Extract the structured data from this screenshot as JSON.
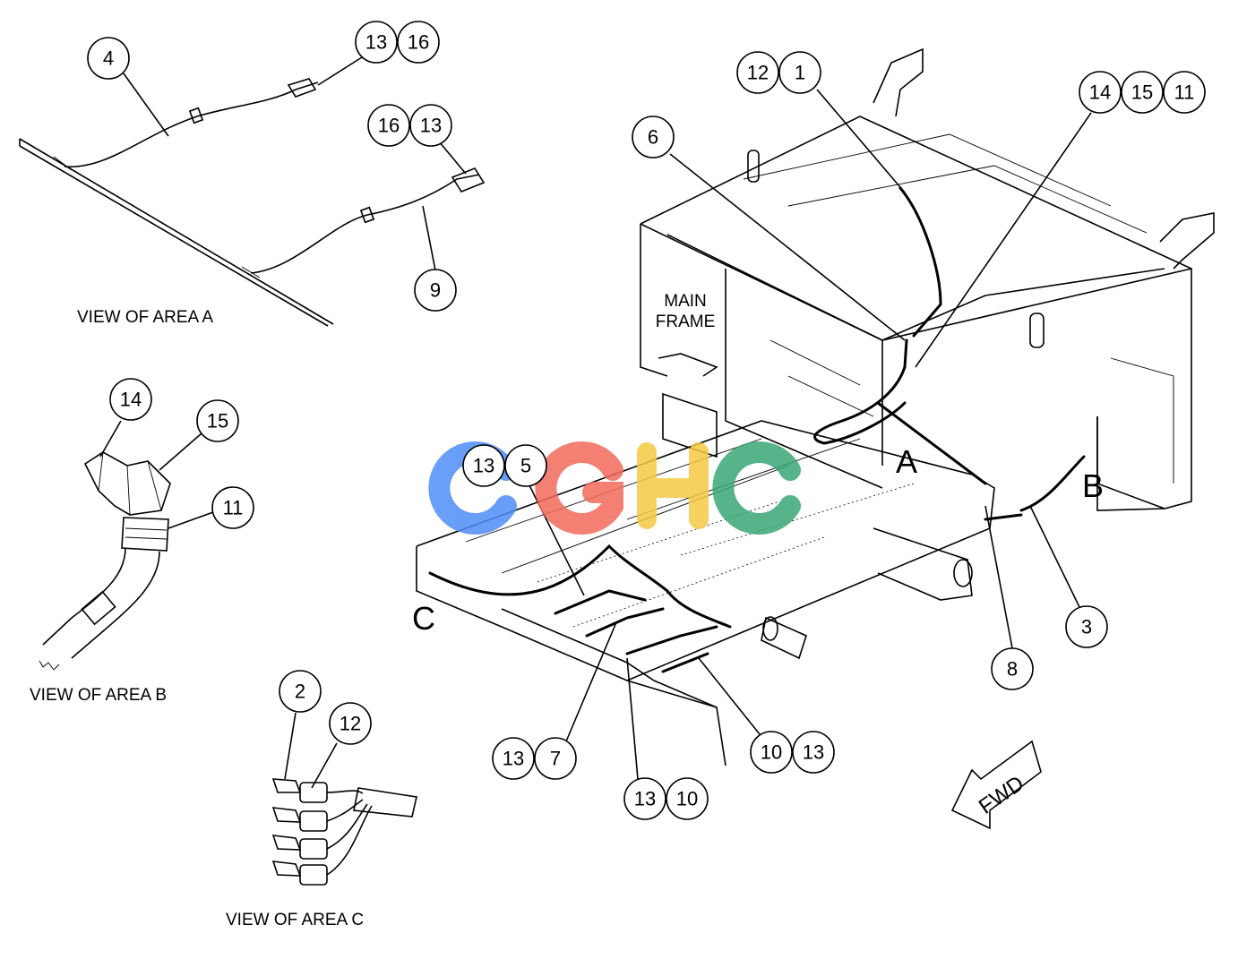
{
  "views": {
    "area_a": "VIEW OF AREA A",
    "area_b": "VIEW OF AREA B",
    "area_c": "VIEW OF AREA C"
  },
  "frame_label": {
    "line1": "MAIN",
    "line2": "FRAME"
  },
  "area_letters": {
    "a": "A",
    "b": "B",
    "c": "C"
  },
  "fwd_label": "FWD",
  "watermark": {
    "text": "CGHC",
    "colors": [
      "#4f8ef7",
      "#f26b5b",
      "#f6c945",
      "#3aa776"
    ]
  },
  "callouts": {
    "a_4": "4",
    "a_13_top": "13",
    "a_16_top": "16",
    "a_16_mid": "16",
    "a_13_mid": "13",
    "a_9": "9",
    "b_14": "14",
    "b_15": "15",
    "b_11": "11",
    "c_2": "2",
    "c_12": "12",
    "m_12": "12",
    "m_1": "1",
    "m_6": "6",
    "m_14": "14",
    "m_15": "15",
    "m_11": "11",
    "m_13_a": "13",
    "m_5": "5",
    "m_13_b": "13",
    "m_7": "7",
    "m_13_c": "13",
    "m_10_a": "10",
    "m_10_b": "10",
    "m_13_d": "13",
    "m_8": "8",
    "m_3": "3"
  }
}
